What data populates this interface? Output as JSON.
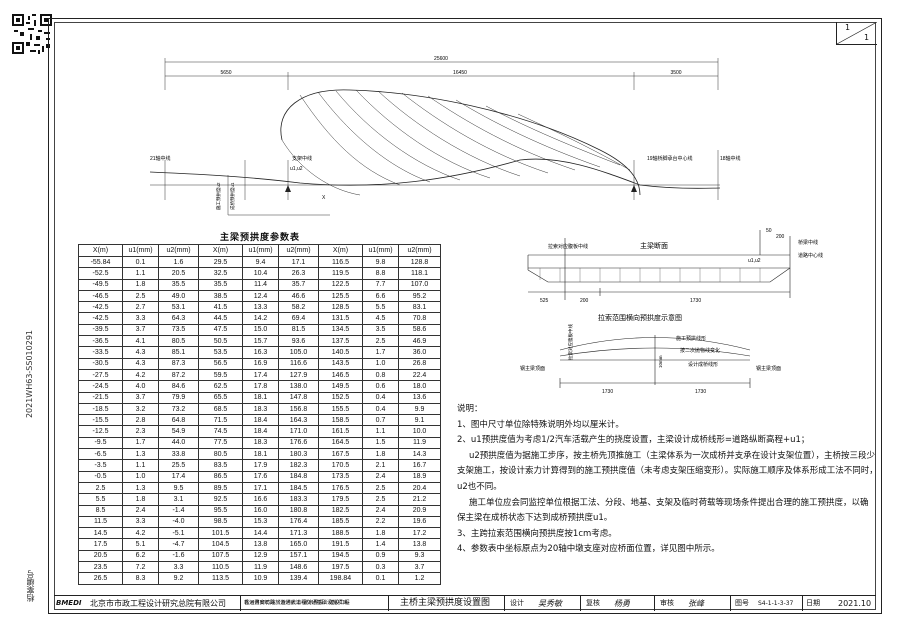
{
  "page": {
    "current": "1",
    "total": "1"
  },
  "side_code": "2021WH63-SS010291",
  "side_label": "档案编号",
  "drawing": {
    "total_length": "25600",
    "seg_left": "5650",
    "seg_mid": "16450",
    "seg_right": "3500",
    "axis_21": "21轴中线",
    "axis_19": "19轴桥脚承台中心线",
    "axis_18": "18轴中线",
    "support_line": "支架中线",
    "label_x": "X",
    "label_u": "u1,u2",
    "vlabel_1": "施工预拱度u2",
    "vlabel_2": "成桥预拱度u1"
  },
  "table": {
    "title": "主梁预拱度参数表",
    "headers": [
      "X(m)",
      "u1(mm)",
      "u2(mm)"
    ],
    "rows": [
      [
        "-55.84",
        "0.1",
        "1.6",
        "29.5",
        "9.4",
        "17.1",
        "116.5",
        "9.8",
        "128.8"
      ],
      [
        "-52.5",
        "1.1",
        "20.5",
        "32.5",
        "10.4",
        "26.3",
        "119.5",
        "8.8",
        "118.1"
      ],
      [
        "-49.5",
        "1.8",
        "35.5",
        "35.5",
        "11.4",
        "35.7",
        "122.5",
        "7.7",
        "107.0"
      ],
      [
        "-46.5",
        "2.5",
        "49.0",
        "38.5",
        "12.4",
        "46.6",
        "125.5",
        "6.6",
        "95.2"
      ],
      [
        "-42.5",
        "2.7",
        "53.1",
        "41.5",
        "13.3",
        "58.2",
        "128.5",
        "5.5",
        "83.1"
      ],
      [
        "-42.5",
        "3.3",
        "64.3",
        "44.5",
        "14.2",
        "69.4",
        "131.5",
        "4.5",
        "70.8"
      ],
      [
        "-39.5",
        "3.7",
        "73.5",
        "47.5",
        "15.0",
        "81.5",
        "134.5",
        "3.5",
        "58.6"
      ],
      [
        "-36.5",
        "4.1",
        "80.5",
        "50.5",
        "15.7",
        "93.6",
        "137.5",
        "2.5",
        "46.9"
      ],
      [
        "-33.5",
        "4.3",
        "85.1",
        "53.5",
        "16.3",
        "105.0",
        "140.5",
        "1.7",
        "36.0"
      ],
      [
        "-30.5",
        "4.3",
        "87.3",
        "56.5",
        "16.9",
        "116.6",
        "143.5",
        "1.0",
        "26.8"
      ],
      [
        "-27.5",
        "4.2",
        "87.2",
        "59.5",
        "17.4",
        "127.9",
        "146.5",
        "0.8",
        "22.4"
      ],
      [
        "-24.5",
        "4.0",
        "84.6",
        "62.5",
        "17.8",
        "138.0",
        "149.5",
        "0.6",
        "18.0"
      ],
      [
        "-21.5",
        "3.7",
        "79.9",
        "65.5",
        "18.1",
        "147.8",
        "152.5",
        "0.4",
        "13.6"
      ],
      [
        "-18.5",
        "3.2",
        "73.2",
        "68.5",
        "18.3",
        "156.8",
        "155.5",
        "0.4",
        "9.9"
      ],
      [
        "-15.5",
        "2.8",
        "64.8",
        "71.5",
        "18.4",
        "164.3",
        "158.5",
        "0.7",
        "9.1"
      ],
      [
        "-12.5",
        "2.3",
        "54.9",
        "74.5",
        "18.4",
        "171.0",
        "161.5",
        "1.1",
        "10.0"
      ],
      [
        "-9.5",
        "1.7",
        "44.0",
        "77.5",
        "18.3",
        "176.6",
        "164.5",
        "1.5",
        "11.9"
      ],
      [
        "-6.5",
        "1.3",
        "33.8",
        "80.5",
        "18.1",
        "180.3",
        "167.5",
        "1.8",
        "14.3"
      ],
      [
        "-3.5",
        "1.1",
        "25.5",
        "83.5",
        "17.9",
        "182.3",
        "170.5",
        "2.1",
        "16.7"
      ],
      [
        "-0.5",
        "1.0",
        "17.4",
        "86.5",
        "17.6",
        "184.8",
        "173.5",
        "2.4",
        "18.9"
      ],
      [
        "2.5",
        "1.3",
        "9.5",
        "89.5",
        "17.1",
        "184.5",
        "176.5",
        "2.5",
        "20.4"
      ],
      [
        "5.5",
        "1.8",
        "3.1",
        "92.5",
        "16.6",
        "183.3",
        "179.5",
        "2.5",
        "21.2"
      ],
      [
        "8.5",
        "2.4",
        "-1.4",
        "95.5",
        "16.0",
        "180.8",
        "182.5",
        "2.4",
        "20.9"
      ],
      [
        "11.5",
        "3.3",
        "-4.0",
        "98.5",
        "15.3",
        "176.4",
        "185.5",
        "2.2",
        "19.6"
      ],
      [
        "14.5",
        "4.2",
        "-5.1",
        "101.5",
        "14.4",
        "171.3",
        "188.5",
        "1.8",
        "17.2"
      ],
      [
        "17.5",
        "5.1",
        "-4.7",
        "104.5",
        "13.8",
        "165.0",
        "191.5",
        "1.4",
        "13.8"
      ],
      [
        "20.5",
        "6.2",
        "-1.6",
        "107.5",
        "12.9",
        "157.1",
        "194.5",
        "0.9",
        "9.3"
      ],
      [
        "23.5",
        "7.2",
        "3.3",
        "110.5",
        "11.9",
        "148.6",
        "197.5",
        "0.3",
        "3.7"
      ],
      [
        "26.5",
        "8.3",
        "9.2",
        "113.5",
        "10.9",
        "139.4",
        "198.84",
        "0.1",
        "1.2"
      ]
    ]
  },
  "section": {
    "title": "主梁断面",
    "cable_line": "拉索对应腹板中线",
    "bridge_line": "桥梁中线",
    "road_line": "道路中心线",
    "dim_50": "50",
    "dim_200": "200",
    "dim_525": "525",
    "dim_200b": "200",
    "dim_1730": "1730",
    "label_u": "u1,u2"
  },
  "transverse": {
    "title": "拉索范围横向预拱度示意图",
    "label_top": "拉索对应腹板中线",
    "label_left": "钢主梁顶面",
    "label_right": "钢主梁顶面",
    "curve1": "施工预拱线形",
    "curve2": "按二次抛物线变化",
    "curve3": "设计成桥线形",
    "dim_left": "1730",
    "dim_right": "1730",
    "dim_v": "10mm"
  },
  "notes": {
    "heading": "说明：",
    "lines": [
      "1、图中尺寸单位除特殊说明外均以厘米计。",
      "2、u1预拱度值为考虑1/2汽车活载产生的挠度设置，主梁设计成桥线形=道路纵断高程+u1；",
      "u2预拱度值为据施工步序，按主桥先顶推施工（主梁体系为一次成桥并支承在设计支架位置），主桥按三段少",
      "支架施工，按设计索力计算得到的施工预拱度值（未考虑支架压缩变形）。实际施工顺序及体系形成工法不同时，",
      "u2也不同。",
      "施工单位应会同监控单位根据工法、分段、地基、支架及临时荷载等现场条件提出合理的施工预拱度，以确",
      "保主梁在成桥状态下达到成桥预拱度u1。",
      "3、主跨拉索范围横向预拱度按1cm考虑。",
      "4、参数表中坐标原点为20轴中墩支座对应桥面位置，详见图中所示。"
    ]
  },
  "titleblock": {
    "logo": "BMEDI",
    "institute": "北京市市政工程设计研究总院有限公司",
    "project_l1": "北运河廊坊段旅游通航工程交通基础设施项目-",
    "project_l2": "香河县安石路（运河大道-冀京界段）建设工程",
    "drawing_title": "主桥主梁预拱度设置图",
    "design_label": "设计",
    "design_sign": "吴秀敏",
    "check_label": "复核",
    "check_sign": "杨勇",
    "review_label": "审核",
    "review_sign": "张峰",
    "no_label": "图号",
    "no_value": "S4-1-1-3-37",
    "date_label": "日期",
    "date_value": "2021.10"
  }
}
